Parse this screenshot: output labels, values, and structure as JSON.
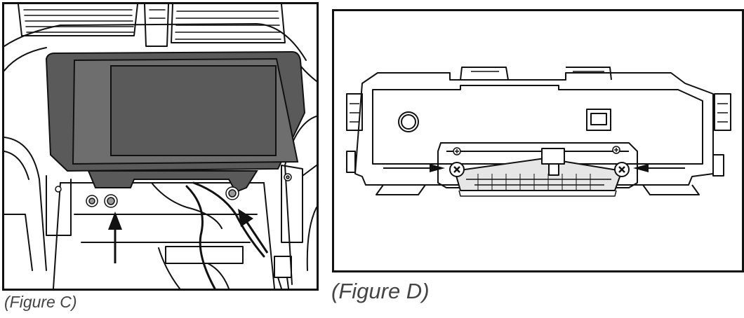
{
  "figure_c": {
    "caption": "(Figure C)",
    "subject": "Dash radio removal view with screws indicated by arrows"
  },
  "figure_d": {
    "caption": "(Figure D)",
    "subject": "Rear view of radio chassis with screws indicated by arrows"
  },
  "colors": {
    "line": "#111111",
    "screen_fill": "#5a5a5a",
    "screen_inner": "#6e6e6e",
    "panel_border": "#111111"
  }
}
